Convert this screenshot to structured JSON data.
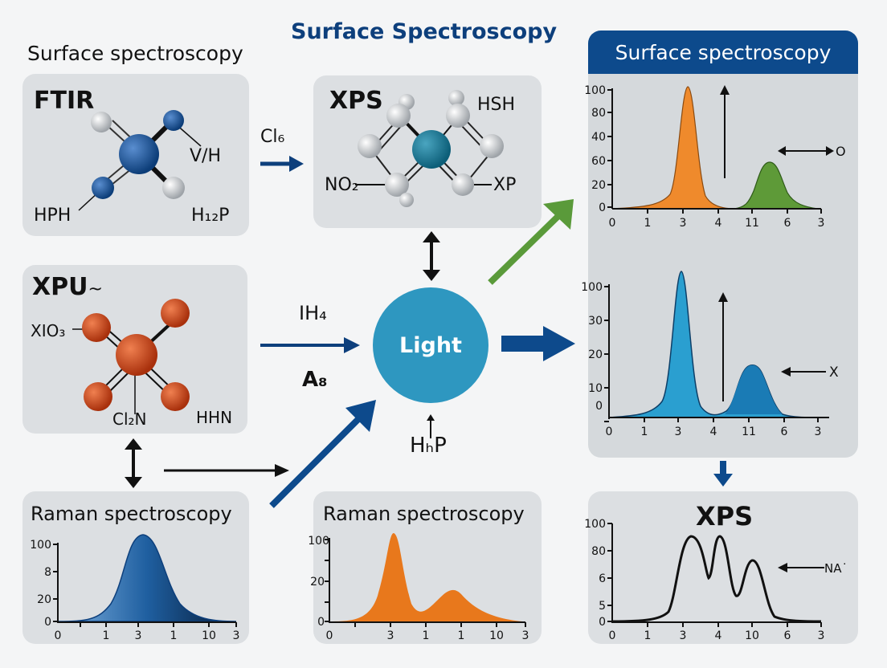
{
  "header": {
    "left_title": "Surface spectroscopy",
    "center_title": "Surface Spectroscopy",
    "right_title": "Surface spectroscopy"
  },
  "colors": {
    "navy": "#0d3f7c",
    "light_node": "#2e97c0",
    "green_arrow": "#5a9a3a",
    "orange": "#ef8a2c",
    "red_atom": "#c4401a",
    "panel_bg": "#dcdfe2"
  },
  "panels": {
    "ftir": {
      "title": "FTIR",
      "labels": [
        "V/H",
        "HPH",
        "H₁₂P"
      ]
    },
    "xps_top": {
      "title": "XPS",
      "labels": [
        "HSH",
        "NO₂",
        "XP"
      ]
    },
    "xpu": {
      "title": "XPU",
      "title_glyph": "~",
      "labels": [
        "XIO₃",
        "Cl₂N",
        "HHN"
      ]
    },
    "raman_left": {
      "title": "Raman spectroscopy"
    },
    "raman_mid": {
      "title": "Raman spectroscopy"
    },
    "xps_bottom": {
      "title": "XPS",
      "annotation": "NA˙"
    }
  },
  "arrows": {
    "cl_label": "Cl₆",
    "ih4_label": "IH₄",
    "a8_label": "A₈",
    "hhp_label": "HₕP"
  },
  "center_node": {
    "label": "Light"
  },
  "right_panel": {
    "chart1_annotation": "O",
    "chart2_annotation": "X"
  },
  "chart_data": [
    {
      "type": "area",
      "title": "Surface spectroscopy (top)",
      "x_ticks": [
        "0",
        "1",
        "3",
        "4",
        "11",
        "6",
        "3"
      ],
      "y_ticks": [
        "0",
        "20",
        "60",
        "40",
        "80",
        "100"
      ],
      "series": [
        {
          "name": "orange peak",
          "color": "#ef8a2c",
          "peak_x_pos": 2.5,
          "peak_y": 100
        },
        {
          "name": "green peak",
          "color": "#5e9a38",
          "peak_x_pos": 4.8,
          "peak_y": 60
        }
      ]
    },
    {
      "type": "area",
      "title": "Surface spectroscopy (middle)",
      "x_ticks": [
        "0",
        "1",
        "3",
        "4",
        "11",
        "6",
        "3"
      ],
      "y_ticks": [
        "0",
        "10",
        "20",
        "30",
        "100"
      ],
      "series": [
        {
          "name": "light blue peak",
          "color": "#2a9fd0",
          "peak_x_pos": 2.3,
          "peak_y": 100
        },
        {
          "name": "dark blue peak",
          "color": "#1a7bb5",
          "peak_x_pos": 4.5,
          "peak_y": 15
        }
      ]
    },
    {
      "type": "line",
      "title": "XPS",
      "x_ticks": [
        "0",
        "1",
        "3",
        "4",
        "10",
        "6",
        "3"
      ],
      "y_ticks": [
        "0",
        "5",
        "6",
        "80",
        "100"
      ],
      "series": [
        {
          "name": "XPS spectrum",
          "color": "#111111",
          "peaks": [
            {
              "x_pos": 2.1,
              "y": 80
            },
            {
              "x_pos": 3.0,
              "y": 80
            },
            {
              "x_pos": 3.7,
              "y": 6
            }
          ]
        }
      ]
    },
    {
      "type": "area",
      "title": "Raman spectroscopy (left)",
      "x_ticks": [
        "0",
        "1",
        "3",
        "1",
        "10",
        "3"
      ],
      "y_ticks": [
        "0",
        "20",
        "8",
        "100"
      ],
      "series": [
        {
          "name": "blue gaussian",
          "color": "#1f5fa0",
          "peak_x_pos": 2.4,
          "peak_y": 100
        }
      ]
    },
    {
      "type": "area",
      "title": "Raman spectroscopy (middle)",
      "x_ticks": [
        "0",
        "3",
        "1",
        "1",
        "10",
        "3"
      ],
      "y_ticks": [
        "0",
        "20",
        "100"
      ],
      "series": [
        {
          "name": "orange spectrum",
          "color": "#e8781c",
          "peaks": [
            {
              "x_pos": 1.5,
              "y": 100
            },
            {
              "x_pos": 3.0,
              "y": 40
            }
          ]
        }
      ]
    }
  ]
}
